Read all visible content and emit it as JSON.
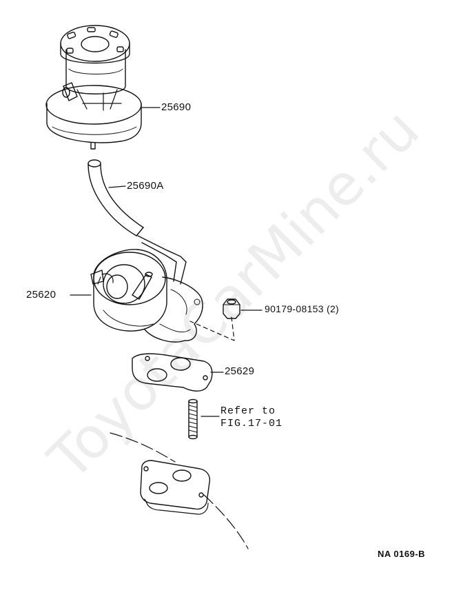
{
  "watermark": "ToyotaCarMine.ru",
  "figure_code": "NA 0169-B",
  "parts": {
    "modulator": "25690",
    "hose": "25690A",
    "egr_valve": "25620",
    "nut": "90179-08153 (2)",
    "gasket": "25629"
  },
  "reference": {
    "line1": "Refer to",
    "line2": "FIG.17-01"
  }
}
